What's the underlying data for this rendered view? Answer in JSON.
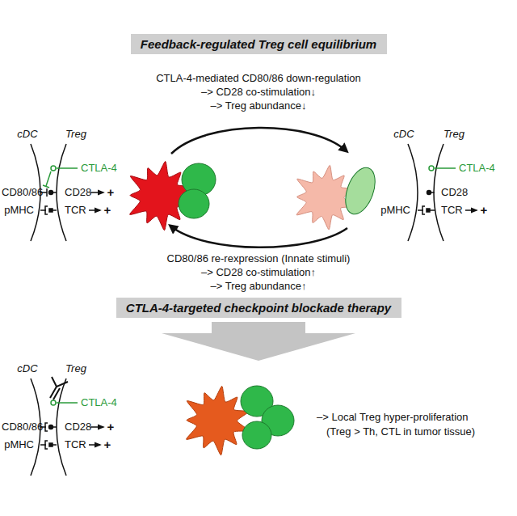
{
  "diagram": {
    "nodes": [
      {
        "text": [
          "Feedback-regulated Treg cell equilibrium"
        ]
      },
      {
        "text": [
          "CTLA-4-targeted checkpoint blockade therapy"
        ]
      }
    ],
    "labels": [
      "CTLA-4-mediated CD80/86 down-regulation",
      "–> CD28 co-stimulation↓",
      "–> Treg abundance↓",
      "cDC",
      "Treg",
      "CTLA-4",
      "CD80/86",
      "CD28",
      "+",
      "pMHC",
      "TCR",
      "+",
      "cDC",
      "Treg",
      "CTLA-4",
      "CD28",
      "pMHC",
      "TCR",
      "+",
      "CD80/86 re-rexpression (Innate stimuli)",
      "–> CD28 co-stimulation↑",
      "–> Treg abundance↑",
      "cDC",
      "Treg",
      "CTLA-4",
      "CD80/86",
      "CD28",
      "+",
      "pMHC",
      "TCR",
      "+",
      "–> Local Treg hyper-proliferation",
      "(Treg > Th, CTL in tumor tissue)"
    ]
  }
}
